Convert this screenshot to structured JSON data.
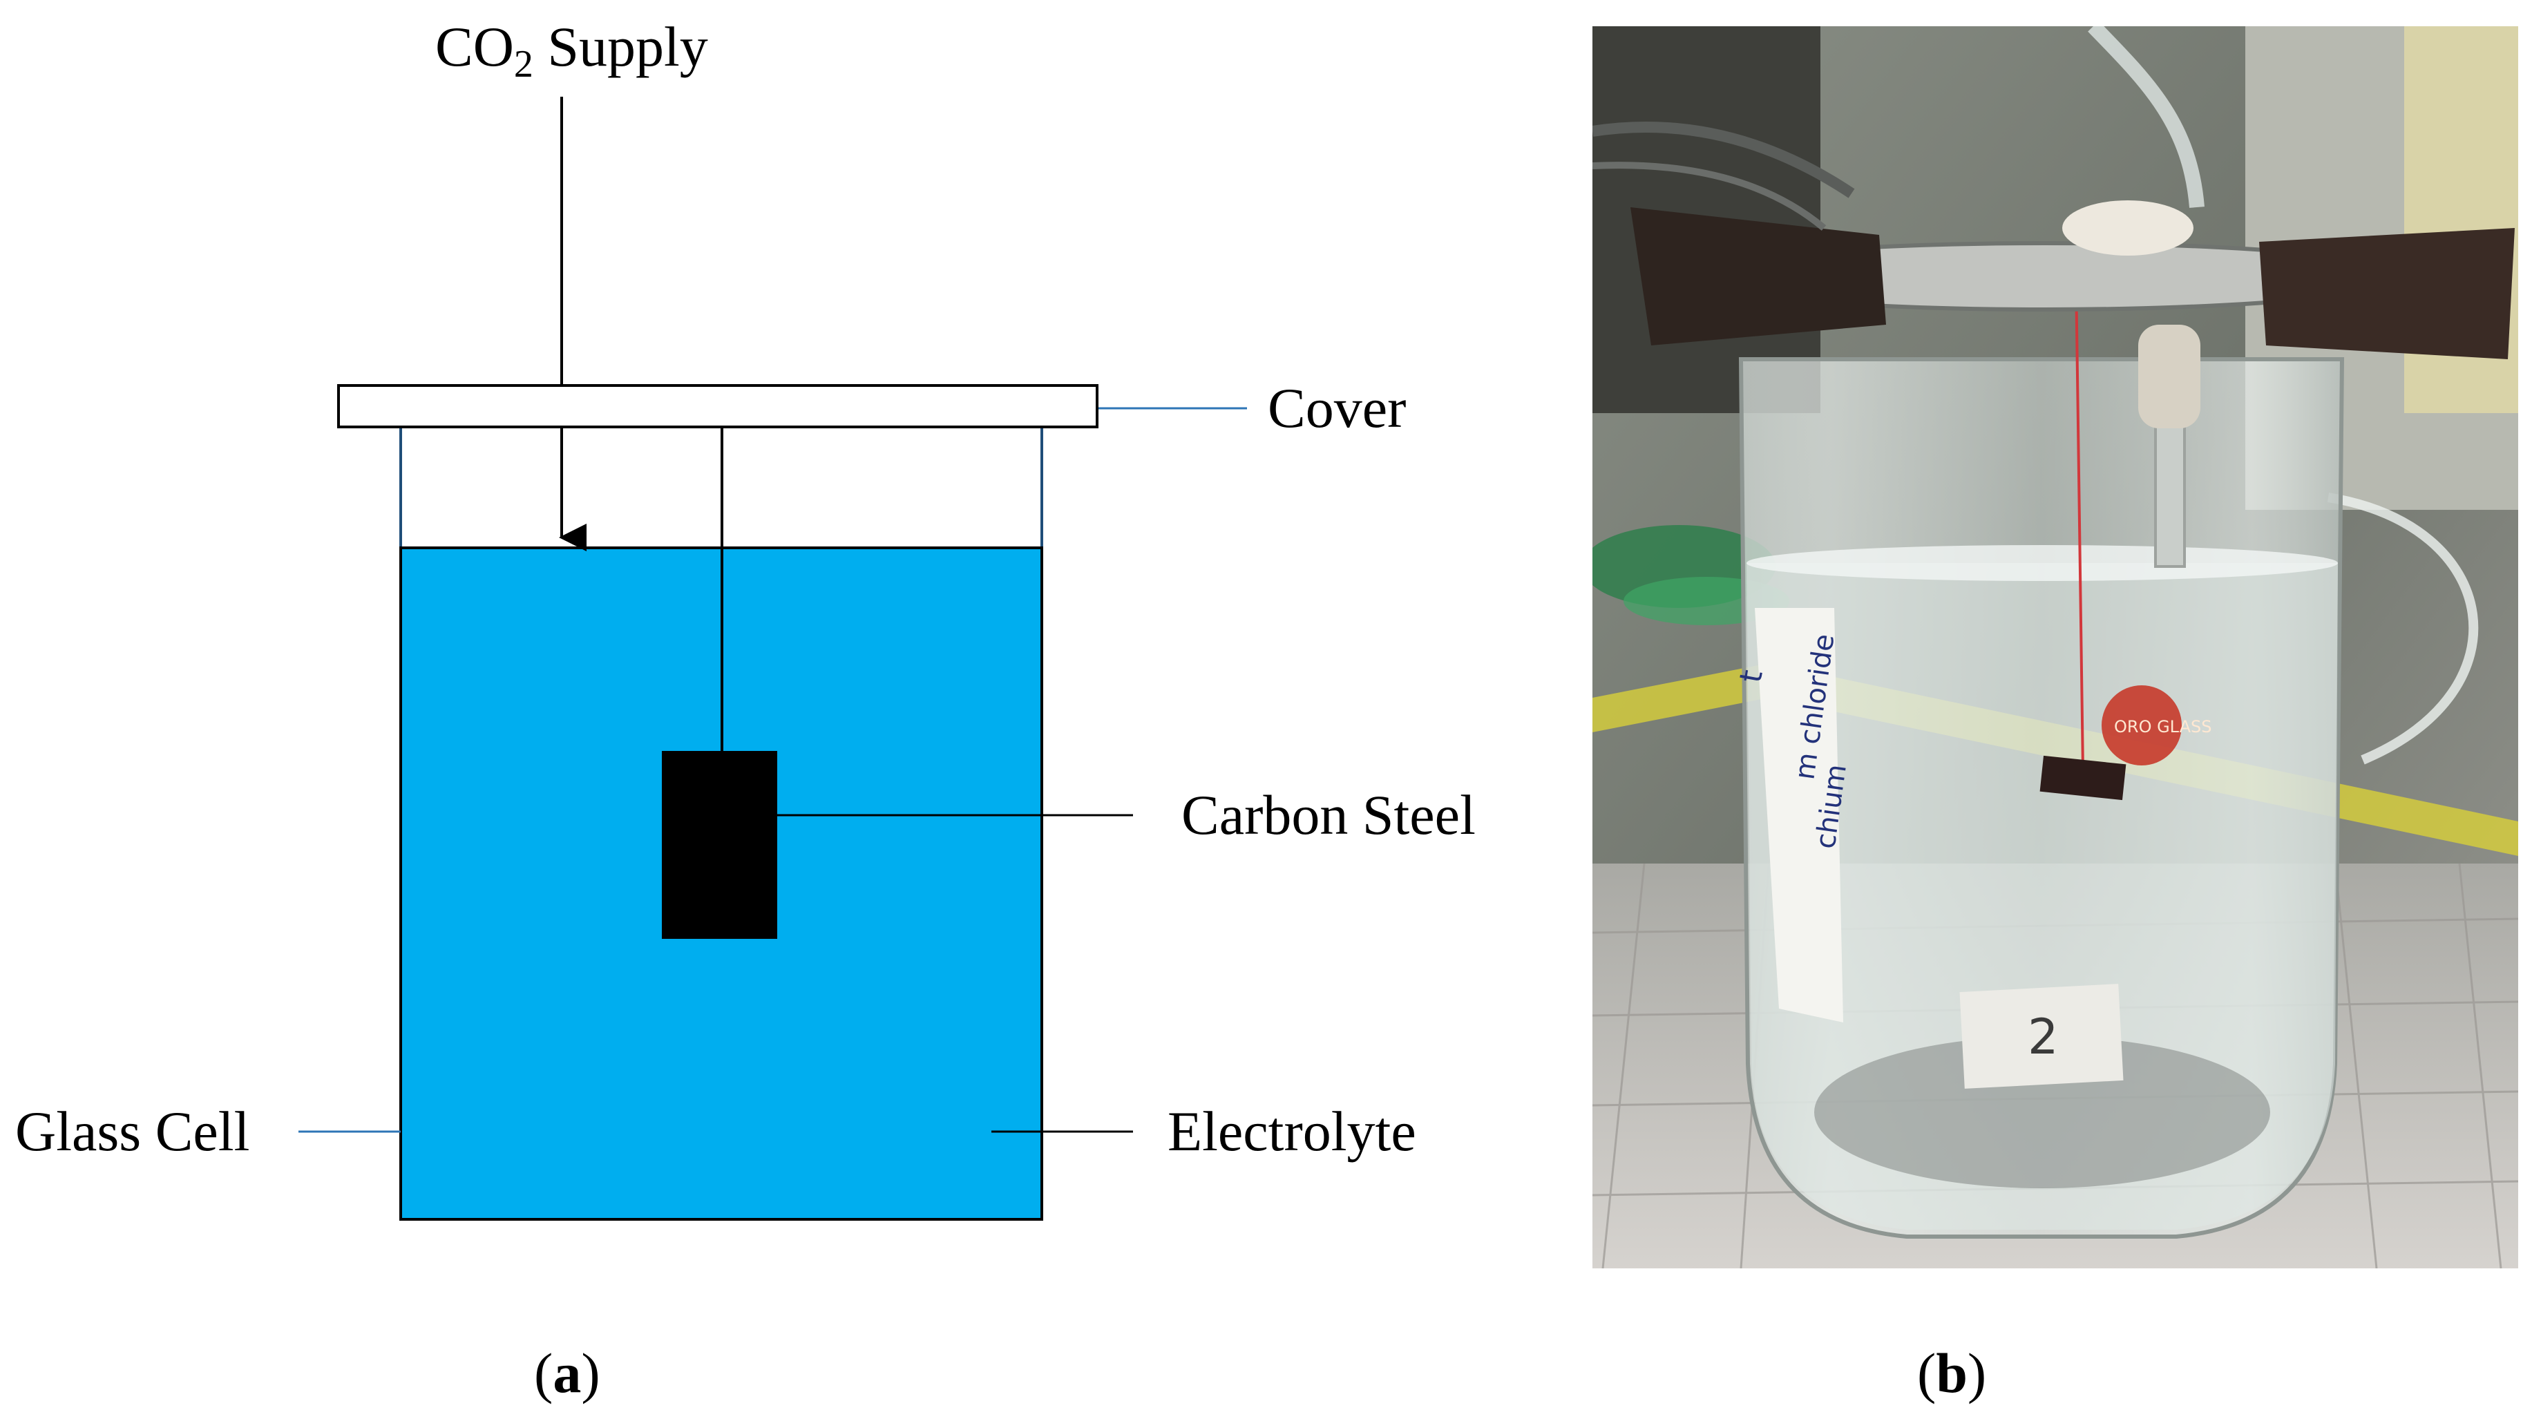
{
  "panel_a": {
    "co2_supply": {
      "main": "CO",
      "sub": "2",
      "rest": " Supply"
    },
    "cover_label": "Cover",
    "carbon_steel_label": "Carbon Steel",
    "glass_cell_label": "Glass Cell",
    "electrolyte_label": "Electrolyte",
    "caption": {
      "open": "(",
      "letter": "a",
      "close": ")"
    }
  },
  "panel_b": {
    "caption": {
      "open": "(",
      "letter": "b",
      "close": ")"
    },
    "photo_texts": {
      "label_line1": "t",
      "label_line2": "m chloride",
      "label_line3": "chium",
      "number_tag": "2",
      "brand_logo": "ORO GLASS"
    }
  },
  "colors": {
    "electrolyte": "#00AEEF",
    "glass_wall": "#1F4E79",
    "leader_line": "#2E75B6",
    "steel": "#000000"
  }
}
